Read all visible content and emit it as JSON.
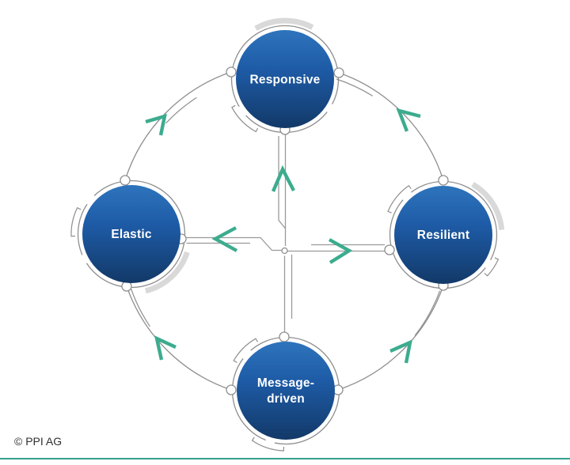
{
  "diagram": {
    "name": "reactive-traits-cycle",
    "nodes": {
      "responsive": {
        "label": "Responsive"
      },
      "resilient": {
        "label": "Resilient"
      },
      "elastic": {
        "label": "Elastic"
      },
      "message_driven": {
        "line1": "Message-",
        "line2": "driven"
      }
    },
    "arrows": [
      {
        "from": "elastic",
        "to": "responsive",
        "via": "outer-arc"
      },
      {
        "from": "resilient",
        "to": "responsive",
        "via": "outer-arc"
      },
      {
        "from": "message_driven",
        "to": "elastic",
        "via": "outer-arc"
      },
      {
        "from": "message_driven",
        "to": "resilient",
        "via": "outer-arc"
      },
      {
        "from": "message_driven",
        "to": "responsive",
        "via": "center-trace-up"
      },
      {
        "from": "center",
        "to": "elastic",
        "via": "center-trace-left"
      },
      {
        "from": "center",
        "to": "resilient",
        "via": "center-trace-right"
      }
    ],
    "colors": {
      "circle_gradient_top": "#2E74BC",
      "circle_gradient_mid": "#1E5BA6",
      "circle_gradient_bottom": "#123968",
      "label_text": "#FFFFFF",
      "line_gray": "#8F8F8F",
      "highlight_gray": "#D9D9D9",
      "arrow_green": "#3CAC8E"
    }
  },
  "footer": {
    "copyright": "© PPI AG",
    "divider_color": "#35A08F"
  }
}
